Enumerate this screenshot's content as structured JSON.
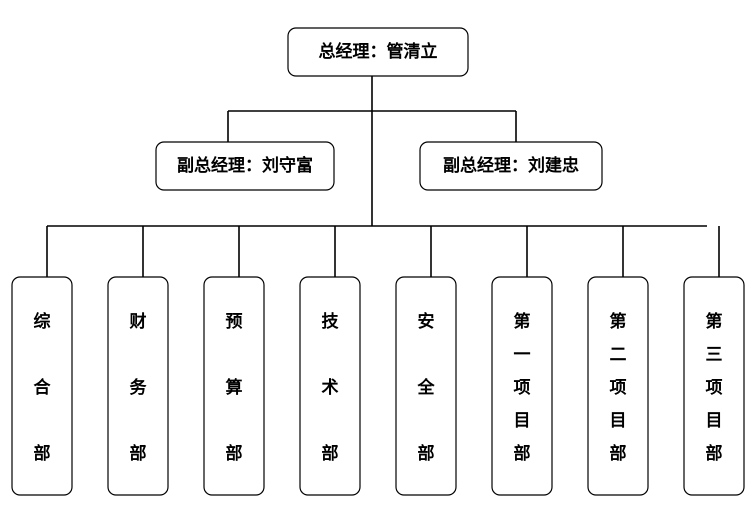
{
  "colors": {
    "background": "#ffffff",
    "stroke": "#000000",
    "text": "#000000"
  },
  "org": {
    "top": {
      "label": "总经理：管清立"
    },
    "deputies": [
      {
        "label": "副总经理：刘守富"
      },
      {
        "label": "副总经理：刘建忠"
      }
    ],
    "departments": [
      {
        "label": "综合部"
      },
      {
        "label": "财务部"
      },
      {
        "label": "预算部"
      },
      {
        "label": "技术部"
      },
      {
        "label": "安全部"
      },
      {
        "label": "第一项目部"
      },
      {
        "label": "第二项目部"
      },
      {
        "label": "第三项目部"
      }
    ]
  }
}
